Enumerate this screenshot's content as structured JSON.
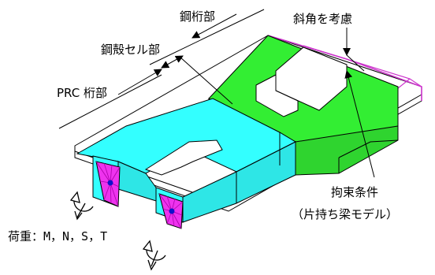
{
  "labels": {
    "steel_girder": "鋼桁部",
    "steel_shell_cell": "鋼殻セル部",
    "prc_girder": "PRC 桁部",
    "skew_angle": "斜角を考慮",
    "constraint": "拘束条件",
    "constraint_note": "（片持ち梁モデル）",
    "loads": "荷重：M，N，S，T"
  },
  "colors": {
    "concrete_section": "#33ffff",
    "steel_section": "#33ee33",
    "deck_outline": "#cc33cc",
    "support_fill": "#ee33ee",
    "support_center": "#1111cc",
    "line": "#000000"
  }
}
